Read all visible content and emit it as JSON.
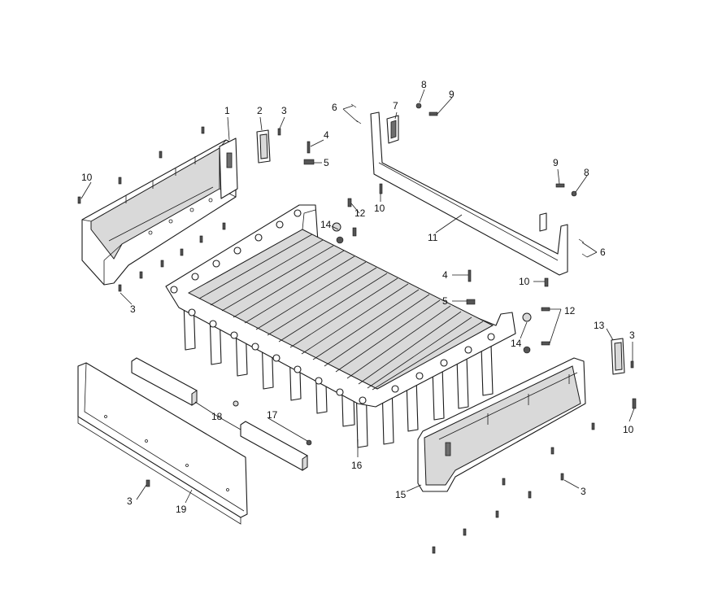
{
  "callouts": [
    {
      "id": "c1",
      "text": "1"
    },
    {
      "id": "c2",
      "text": "2"
    },
    {
      "id": "c3a",
      "text": "3"
    },
    {
      "id": "c4a",
      "text": "4"
    },
    {
      "id": "c5a",
      "text": "5"
    },
    {
      "id": "c6a",
      "text": "6"
    },
    {
      "id": "c7",
      "text": "7"
    },
    {
      "id": "c8a",
      "text": "8"
    },
    {
      "id": "c9a",
      "text": "9"
    },
    {
      "id": "c10a",
      "text": "10"
    },
    {
      "id": "c12a",
      "text": "12"
    },
    {
      "id": "c14a",
      "text": "14"
    },
    {
      "id": "c10b",
      "text": "10"
    },
    {
      "id": "c11",
      "text": "11"
    },
    {
      "id": "c9b",
      "text": "9"
    },
    {
      "id": "c8b",
      "text": "8"
    },
    {
      "id": "c6b",
      "text": "6"
    },
    {
      "id": "c3b",
      "text": "3"
    },
    {
      "id": "c4b",
      "text": "4"
    },
    {
      "id": "c10c",
      "text": "10"
    },
    {
      "id": "c5b",
      "text": "5"
    },
    {
      "id": "c12b",
      "text": "12"
    },
    {
      "id": "c14b",
      "text": "14"
    },
    {
      "id": "c13",
      "text": "13"
    },
    {
      "id": "c3c",
      "text": "3"
    },
    {
      "id": "c10d",
      "text": "10"
    },
    {
      "id": "c18",
      "text": "18"
    },
    {
      "id": "c17",
      "text": "17"
    },
    {
      "id": "c16",
      "text": "16"
    },
    {
      "id": "c15",
      "text": "15"
    },
    {
      "id": "c3d",
      "text": "3"
    },
    {
      "id": "c3e",
      "text": "3"
    },
    {
      "id": "c19",
      "text": "19"
    }
  ]
}
